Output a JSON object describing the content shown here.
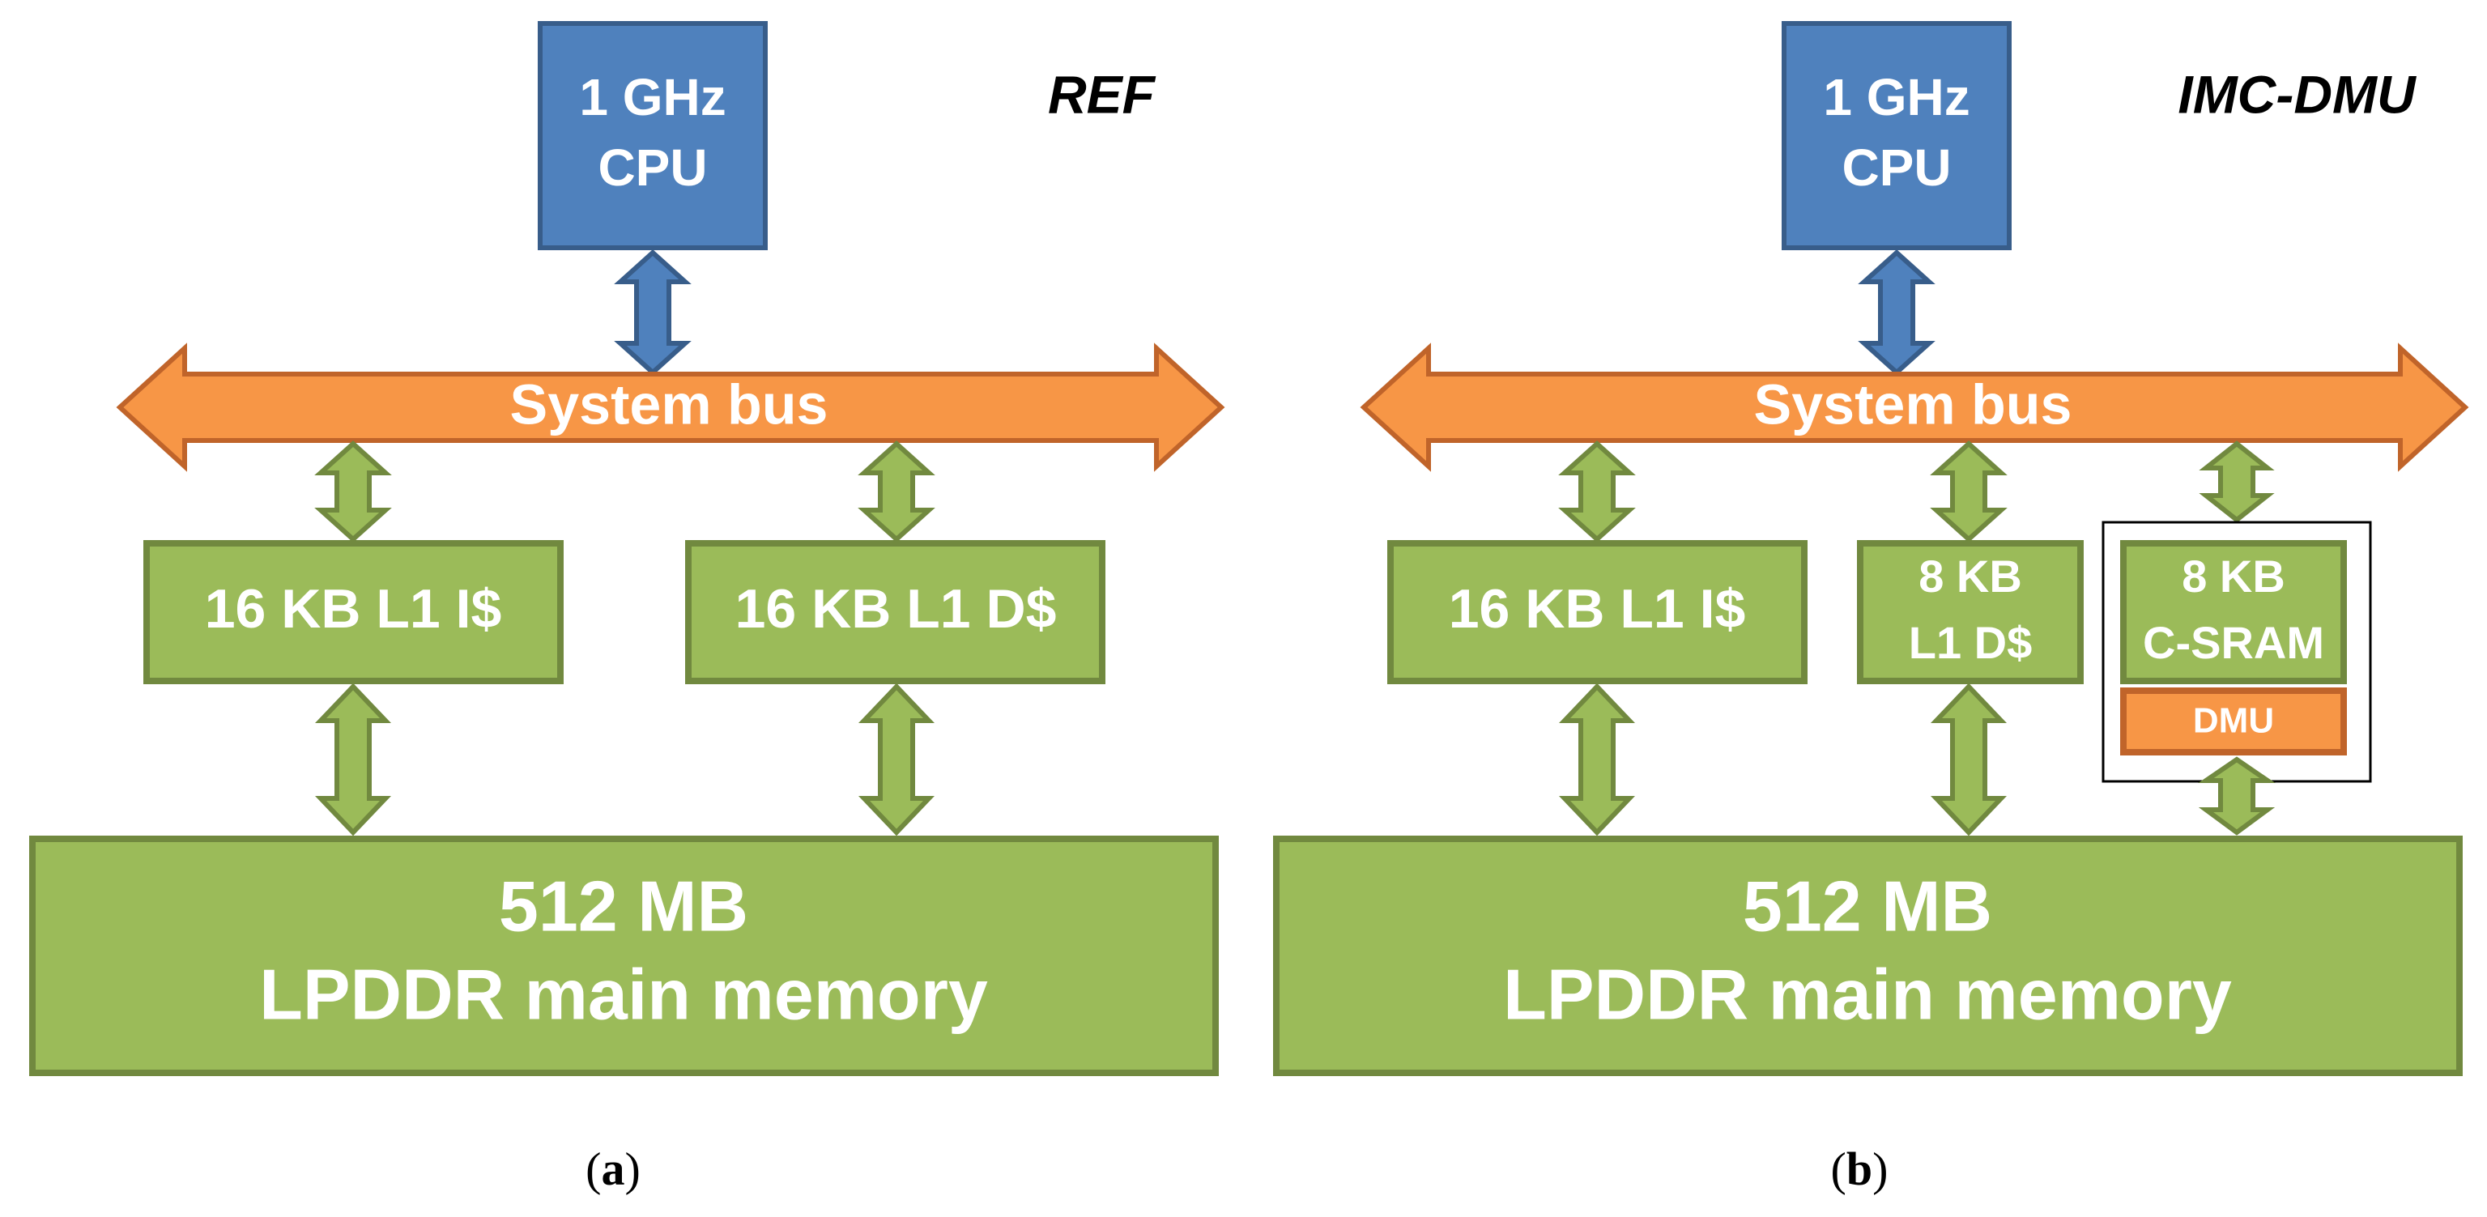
{
  "colors": {
    "cpu_fill": "#4F81BD",
    "cpu_border": "#385D8A",
    "bus_fill": "#F79646",
    "bus_border": "#C0642A",
    "green_fill": "#9BBB59",
    "green_border": "#71893F",
    "dmu_fill": "#F79646",
    "dmu_border": "#C0642A",
    "text_on_box": "#FFFFFF",
    "outline_box": "#000000"
  },
  "panel_a": {
    "title": "REF",
    "cpu_line1": "1 GHz",
    "cpu_line2": "CPU",
    "bus_label": "System bus",
    "icache_label": "16 KB L1 I$",
    "dcache_label": "16 KB L1 D$",
    "memory_line1": "512 MB",
    "memory_line2": "LPDDR main memory",
    "caption_letter": "a"
  },
  "panel_b": {
    "title": "IMC-DMU",
    "cpu_line1": "1 GHz",
    "cpu_line2": "CPU",
    "bus_label": "System bus",
    "icache_label": "16 KB L1 I$",
    "dcache_line1": "8 KB",
    "dcache_line2": "L1 D$",
    "csram_line1": "8 KB",
    "csram_line2": "C-SRAM",
    "dmu_label": "DMU",
    "memory_line1": "512 MB",
    "memory_line2": "LPDDR main memory",
    "caption_letter": "b"
  }
}
